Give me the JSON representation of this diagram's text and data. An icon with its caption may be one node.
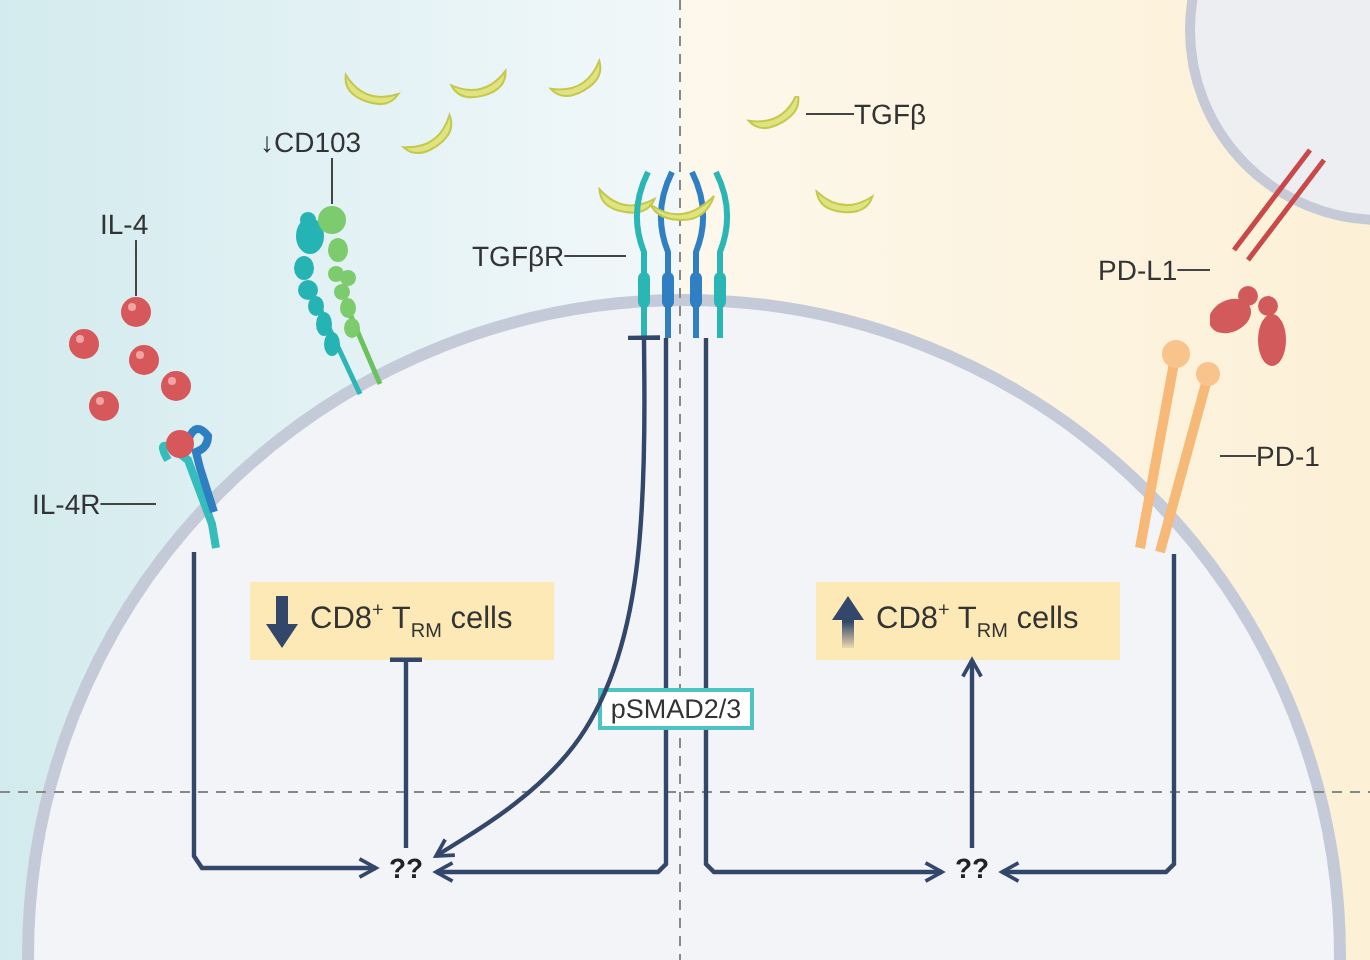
{
  "diagram": {
    "nodes": [
      {
        "text": [
          "IL-4"
        ]
      },
      {
        "text": [
          "↓CD103"
        ]
      },
      {
        "text": [
          "TGFβ"
        ]
      },
      {
        "text": [
          "TGFβR"
        ]
      },
      {
        "text": [
          "IL-4R"
        ]
      },
      {
        "text": [
          "PD-L1"
        ]
      },
      {
        "text": [
          "PD-1"
        ]
      },
      {
        "text": [],
        "shape": "picture"
      },
      {
        "text": [],
        "shape": "picture"
      },
      {
        "text": [],
        "shape": "picture"
      },
      {
        "text": [
          "CD8$^{+}$ T$_{RM}$ cells"
        ]
      },
      {
        "text": [
          "CD8$^{+}$ T$_{RM}$ cells"
        ]
      },
      {
        "text": [
          "pSMAD2/3"
        ]
      },
      {
        "text": [
          "??"
        ]
      },
      {
        "text": [
          "??"
        ]
      },
      {
        "text": [],
        "shape": "picture"
      },
      {
        "text": [],
        "shape": "picture"
      },
      {
        "text": [],
        "shape": "picture"
      },
      {
        "text": [],
        "shape": "picture"
      }
    ],
    "edges": [
      {
        "from": 0,
        "to": 15,
        "arrow": "none"
      },
      {
        "from": 1,
        "to": 16,
        "arrow": "none"
      },
      {
        "from": 2,
        "to": 17,
        "arrow": "none"
      },
      {
        "from": 3,
        "to": 8,
        "arrow": "none"
      },
      {
        "from": 4,
        "to": 7,
        "arrow": "none"
      },
      {
        "from": 5,
        "to": 18,
        "arrow": "none"
      },
      {
        "from": 6,
        "to": 9,
        "arrow": "none"
      },
      {
        "from": 7,
        "to": 13,
        "arrow": "to"
      },
      {
        "from": 8,
        "to": 13,
        "arrow": "to"
      },
      {
        "from": 8,
        "to": 12,
        "arrow": "none"
      },
      {
        "from": 8,
        "to": 12,
        "arrow": "none"
      },
      {
        "from": 12,
        "to": 13,
        "arrow": "to"
      },
      {
        "from": 12,
        "to": 14,
        "arrow": "to"
      },
      {
        "from": 13,
        "to": 10,
        "arrow": "other"
      },
      {
        "from": 14,
        "to": 11,
        "arrow": "to"
      },
      {
        "from": 9,
        "to": 14,
        "arrow": "to"
      }
    ]
  }
}
